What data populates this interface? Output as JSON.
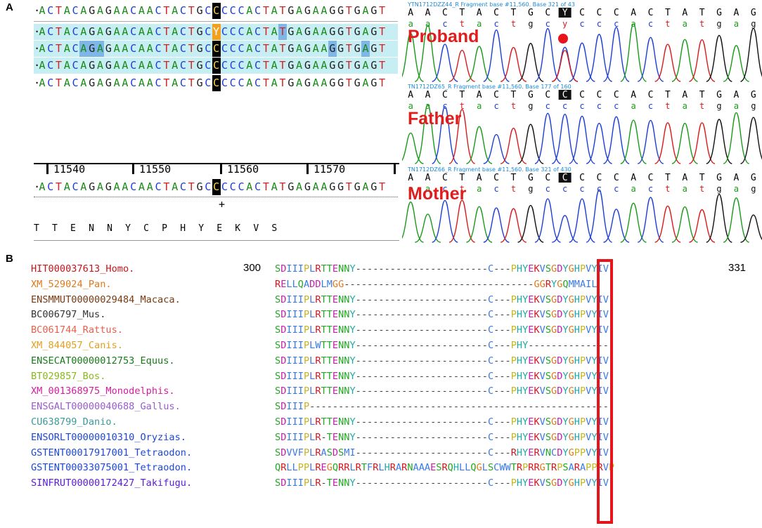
{
  "panels": {
    "a": "A",
    "b": "B"
  },
  "sequences": {
    "rows": [
      "ACTACAGAGAACAACTACTGCCCCCACTATGAGAAGGTGAGT",
      "ACTACAGAGAACAACTACTGCYCCCACTATGAGAAGGTGAGT",
      "ACTACAGAGAACAACTACTGCCCCCACTATGAGAAGGTGAGT",
      "ACTACAGAGAACAACTACTGCCCCCACTATGAGAAGGTGAGT",
      "ACTACAGAGAACAACTACTGCCCCCACTATGAGAAGGTGAGT"
    ],
    "reference": "ACTACAGAGAACAACTACTGCCCCCACTATGAGAAGGTGAGT",
    "plus": "+",
    "ruler_labels": [
      "11540",
      "11550",
      "11560",
      "11570"
    ],
    "amino_acids": "TTENNYCPHYEKVS"
  },
  "chromatograms": {
    "proband": {
      "label": "Proband",
      "header": "YTN1712DZZ44_R Fragment base #11,560. Base 321 of 43",
      "bases": "AACTACTGCYCCCACTATGAG"
    },
    "father": {
      "label": "Father",
      "header": "TN1712DZ65_R Fragment base #11,560. Base 177 of 160",
      "bases": "AACTACTGCCCCCACTATGAG"
    },
    "mother": {
      "label": "Mother",
      "header": "TN1712DZ66_R Fragment base #11,560. Base 321 of 430",
      "bases": "AACTACTGCCCCCACTATGAG"
    }
  },
  "alignment": {
    "start": "300",
    "end": "331",
    "rows": [
      {
        "name": "HIT000037613_Homo.",
        "color": "#c8141c",
        "seq": "SDIIIPLRTTENNY-----------------------C---PHYEKVSGDYGHPVYIV"
      },
      {
        "name": "XM_529024_Pan.",
        "color": "#e07a1a",
        "seq": "RELLQADDLMGG---------------------------------GGRYGQMMAIL"
      },
      {
        "name": "ENSMMUT00000029484_Macaca.",
        "color": "#7a3a10",
        "seq": "SDIIIPLRTTENNY-----------------------C---PHYEKVSGDYGHPVYIV"
      },
      {
        "name": "BC006797_Mus.",
        "color": "#333333",
        "seq": "SDIIIPLRTTENNY-----------------------C---PHYEKVSGDYGHPVYIV"
      },
      {
        "name": "BC061744_Rattus.",
        "color": "#e8604c",
        "seq": "SDIIIPLRTTENNY-----------------------C---PHYEKVSGDYGHPVYIV"
      },
      {
        "name": "XM_844057_Canis.",
        "color": "#e0a020",
        "seq": "SDIIIPLWTTENNY-----------------------C---PHY--------------"
      },
      {
        "name": "ENSECAT00000012753_Equus.",
        "color": "#1a7a1a",
        "seq": "SDIIIPLRTTENNY-----------------------C---PHYEKVSGDYGHPVYIV"
      },
      {
        "name": "BT029857_Bos.",
        "color": "#8ab81c",
        "seq": "SDIIIPLRTTENNY-----------------------C---PHYEKVSGDYGHPVYIV"
      },
      {
        "name": "XM_001368975_Monodelphis.",
        "color": "#d81c9c",
        "seq": "SDIIIPLRTTENNY-----------------------C---PHYEKVSGDYGHPVYIV"
      },
      {
        "name": "ENSGALT00000040688_Gallus.",
        "color": "#9a5ad0",
        "seq": "SDIIIP----------------------------------------------------"
      },
      {
        "name": "CU638799_Danio.",
        "color": "#3a9a9a",
        "seq": "SDIIIPLRTTENNY-----------------------C---PHYEKVSGDYGHPVYIV"
      },
      {
        "name": "ENSORLT00000010310_Oryzias.",
        "color": "#1c48d8",
        "seq": "SDIIIPLR-TENNY-----------------------C---PHYEKVSGDYGHPVYIV"
      },
      {
        "name": "GSTENT00017917001_Tetraodon.",
        "color": "#1c48d8",
        "seq": "SDVVFPLRASDSMI-----------------------C---RHYERVNCDYGPPVYIV"
      },
      {
        "name": "GSTENT00033075001_Tetraodon.",
        "color": "#1c48d8",
        "seq": "QRLLPPLREGQRRLRTFRLHRARNAAAESRQHLLQGLSCWWTRPRRGTRPSARAPPRVP"
      },
      {
        "name": "SINFRUT00000172427_Takifugu.",
        "color": "#5a1cd8",
        "seq": "SDIIIPLR-TENNY-----------------------C---PHYEKVSGDYGHPVYIV"
      }
    ]
  }
}
